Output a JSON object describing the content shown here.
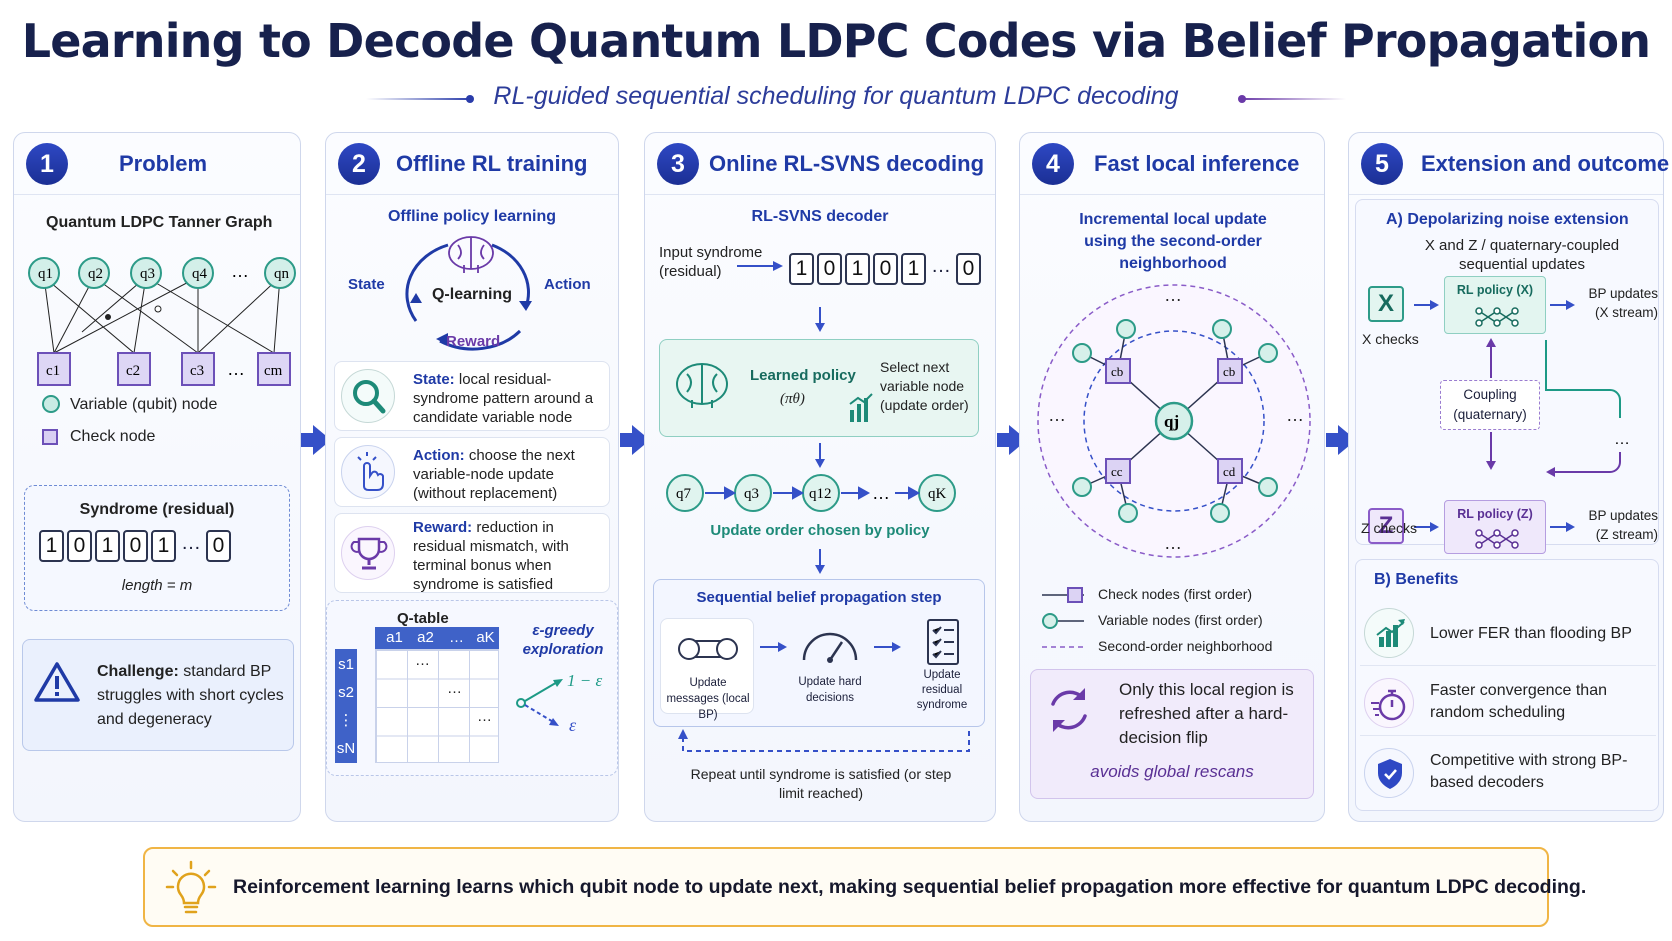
{
  "header": {
    "title": "Learning to Decode Quantum LDPC Codes via Belief Propagation",
    "subtitle": "RL-guided sequential scheduling for quantum LDPC decoding"
  },
  "colors": {
    "accent": "#1f3aa6",
    "teal": "#1d9a86",
    "purple": "#6a3aa8",
    "gold": "#f0b545"
  },
  "panels": [
    {
      "num": "1",
      "title": "Problem",
      "graph_title": "Quantum LDPC Tanner Graph",
      "qubits": [
        "q1",
        "q2",
        "q3",
        "q4",
        "qn"
      ],
      "checks": [
        "c1",
        "c2",
        "c3",
        "cm"
      ],
      "legend_variable": "Variable (qubit) node",
      "legend_check": "Check node",
      "syndrome_title": "Syndrome (residual)",
      "syndrome_bits": [
        "1",
        "0",
        "1",
        "0",
        "1",
        "0"
      ],
      "length_label": "length = m",
      "challenge_bold": "Challenge:",
      "challenge_rest": " standard BP struggles with short cycles and degeneracy"
    },
    {
      "num": "2",
      "title": "Offline RL training",
      "policy_title": "Offline policy learning",
      "cycle": {
        "state": "State",
        "center": "Q-learning",
        "action": "Action",
        "reward": "Reward"
      },
      "items": [
        {
          "label": "State:",
          "text": " local residual-syndrome pattern around a candidate variable node"
        },
        {
          "label": "Action:",
          "text": " choose the next variable-node update (without replacement)"
        },
        {
          "label": "Reward:",
          "text": " reduction in residual mismatch, with terminal bonus when syndrome is satisfied"
        }
      ],
      "qtable_title": "Q-table",
      "qtable_cols": [
        "a1",
        "a2",
        "…",
        "aK"
      ],
      "qtable_rows": [
        "s1",
        "s2",
        "⋮",
        "sN"
      ],
      "greedy_title": "ε-greedy exploration",
      "greedy_up": "1 − ε",
      "greedy_down": "ε"
    },
    {
      "num": "3",
      "title": "Online RL-SVNS decoding",
      "decoder_title": "RL-SVNS decoder",
      "input_label": "Input syndrome (residual)",
      "input_bits": [
        "1",
        "0",
        "1",
        "0",
        "1",
        "0"
      ],
      "policy_label": "Learned policy",
      "policy_symbol": "(πθ)",
      "select_label": "Select next variable node (update order)",
      "order_nodes": [
        "q7",
        "q3",
        "q12",
        "qK"
      ],
      "order_caption": "Update order chosen by policy",
      "step_title": "Sequential belief propagation step",
      "steps": [
        "Update messages (local BP)",
        "Update hard decisions",
        "Update residual syndrome"
      ],
      "repeat_label": "Repeat until syndrome is satisfied (or step limit reached)"
    },
    {
      "num": "4",
      "title": "Fast local inference",
      "subtitle": "Incremental local update using the second-order neighborhood",
      "center_node": "qj",
      "check_nodes": [
        "cb",
        "cb",
        "cc",
        "cd"
      ],
      "legend": [
        "Check nodes (first order)",
        "Variable nodes (first order)",
        "Second-order neighborhood"
      ],
      "note": "Only this local region is refreshed after a hard-decision flip",
      "note_italic": "avoids global rescans"
    },
    {
      "num": "5",
      "title": "Extension and outcome",
      "a_title": "A)  Depolarizing noise extension",
      "a_sub": "X and Z / quaternary-coupled sequential updates",
      "x_letter": "X",
      "x_checks": "X checks",
      "x_policy": "RL policy (X)",
      "x_bp": "BP updates (X stream)",
      "coupling": "Coupling (quaternary)",
      "z_letter": "Z",
      "z_checks": "Z checks",
      "z_policy": "RL policy (Z)",
      "z_bp": "BP updates (Z stream)",
      "b_title": "B)  Benefits",
      "benefits": [
        "Lower FER than flooding BP",
        "Faster convergence than random scheduling",
        "Competitive with strong BP-based decoders"
      ]
    }
  ],
  "footer": "Reinforcement learning learns which qubit node to update next, making sequential belief propagation more effective for quantum LDPC decoding."
}
